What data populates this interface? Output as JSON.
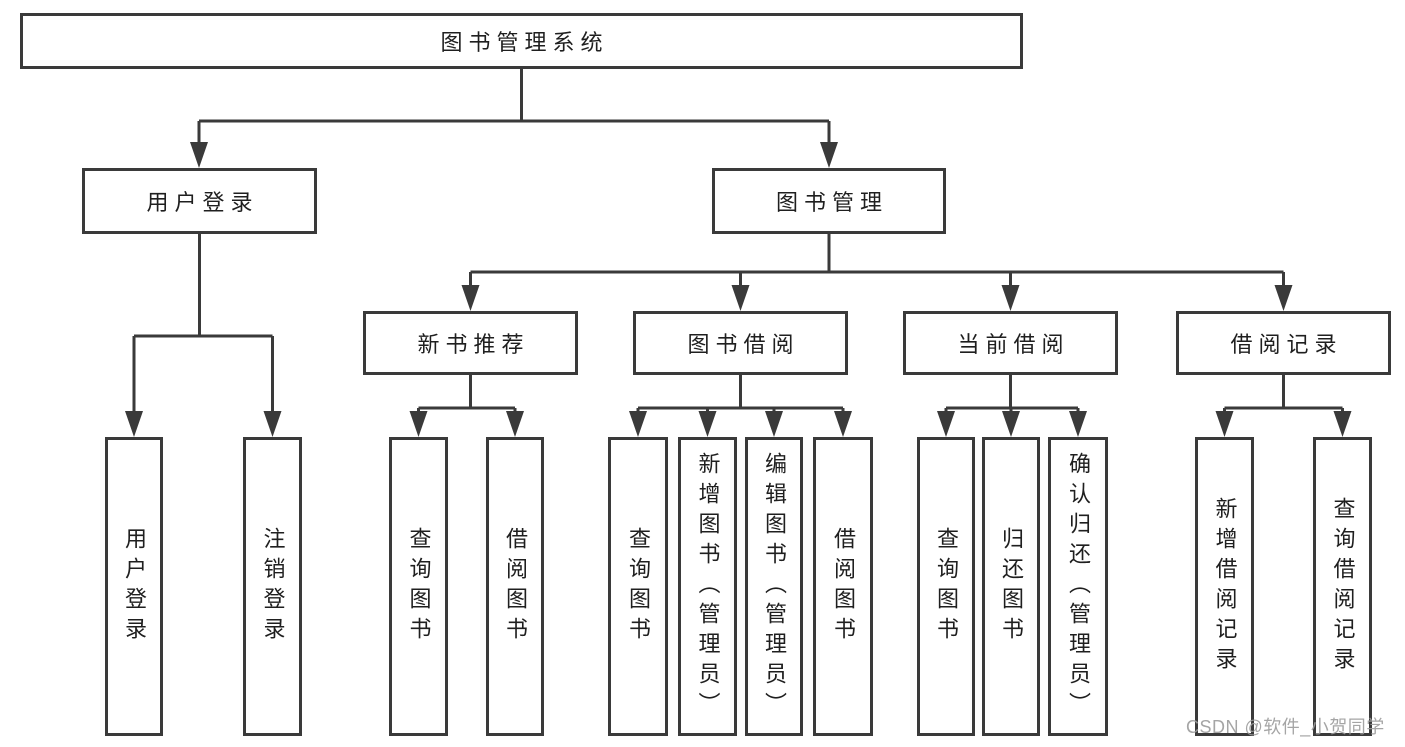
{
  "nodes": {
    "root": "图书管理系统",
    "login": "用户登录",
    "mgmt": "图书管理",
    "login_user": "用户登录",
    "login_logout": "注销登录",
    "rec": "新书推荐",
    "borrow": "图书借阅",
    "current": "当前借阅",
    "records": "借阅记录",
    "rec_query": "查询图书",
    "rec_borrow": "借阅图书",
    "bor_query": "查询图书",
    "bor_add": "新增图书（管理员）",
    "bor_edit": "编辑图书（管理员）",
    "bor_lend": "借阅图书",
    "cur_query": "查询图书",
    "cur_return": "归还图书",
    "cur_confirm": "确认归还（管理员）",
    "log_add": "新增借阅记录",
    "log_query": "查询借阅记录"
  },
  "watermark": "CSDN @软件_小贺同学",
  "colors": {
    "line": "#3a3a3a",
    "text": "#1f1f1f",
    "watermark": "#9c9c9c",
    "background": "#ffffff"
  }
}
